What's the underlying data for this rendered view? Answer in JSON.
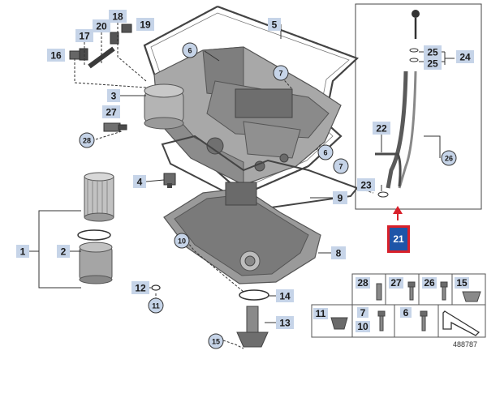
{
  "diagram_id": "488787",
  "colors": {
    "label_bg": "#c6d4e8",
    "highlight_bg": "#1e55a8",
    "highlight_border": "#d8202a",
    "highlight_arrow": "#d8202a",
    "part_metal": "#9a9a9a",
    "part_dark": "#5e5e5e"
  },
  "callouts": {
    "c1": "1",
    "c2": "2",
    "c3": "3",
    "c4": "4",
    "c5": "5",
    "c6a": "6",
    "c6b": "6",
    "c7a": "7",
    "c7b": "7",
    "c7c": "7",
    "c8": "8",
    "c9": "9",
    "c10": "10",
    "c11": "11",
    "c12": "12",
    "c13": "13",
    "c14": "14",
    "c15": "15",
    "c16": "16",
    "c17": "17",
    "c18": "18",
    "c19": "19",
    "c20": "20",
    "c21": "21",
    "c22": "22",
    "c23": "23",
    "c24": "24",
    "c25a": "25",
    "c25b": "25",
    "c26": "26",
    "c27": "27",
    "c28": "28"
  },
  "parts_table": {
    "row1": [
      "28",
      "27",
      "26",
      "15"
    ],
    "row2": [
      "11",
      "7",
      "10",
      "6"
    ]
  }
}
